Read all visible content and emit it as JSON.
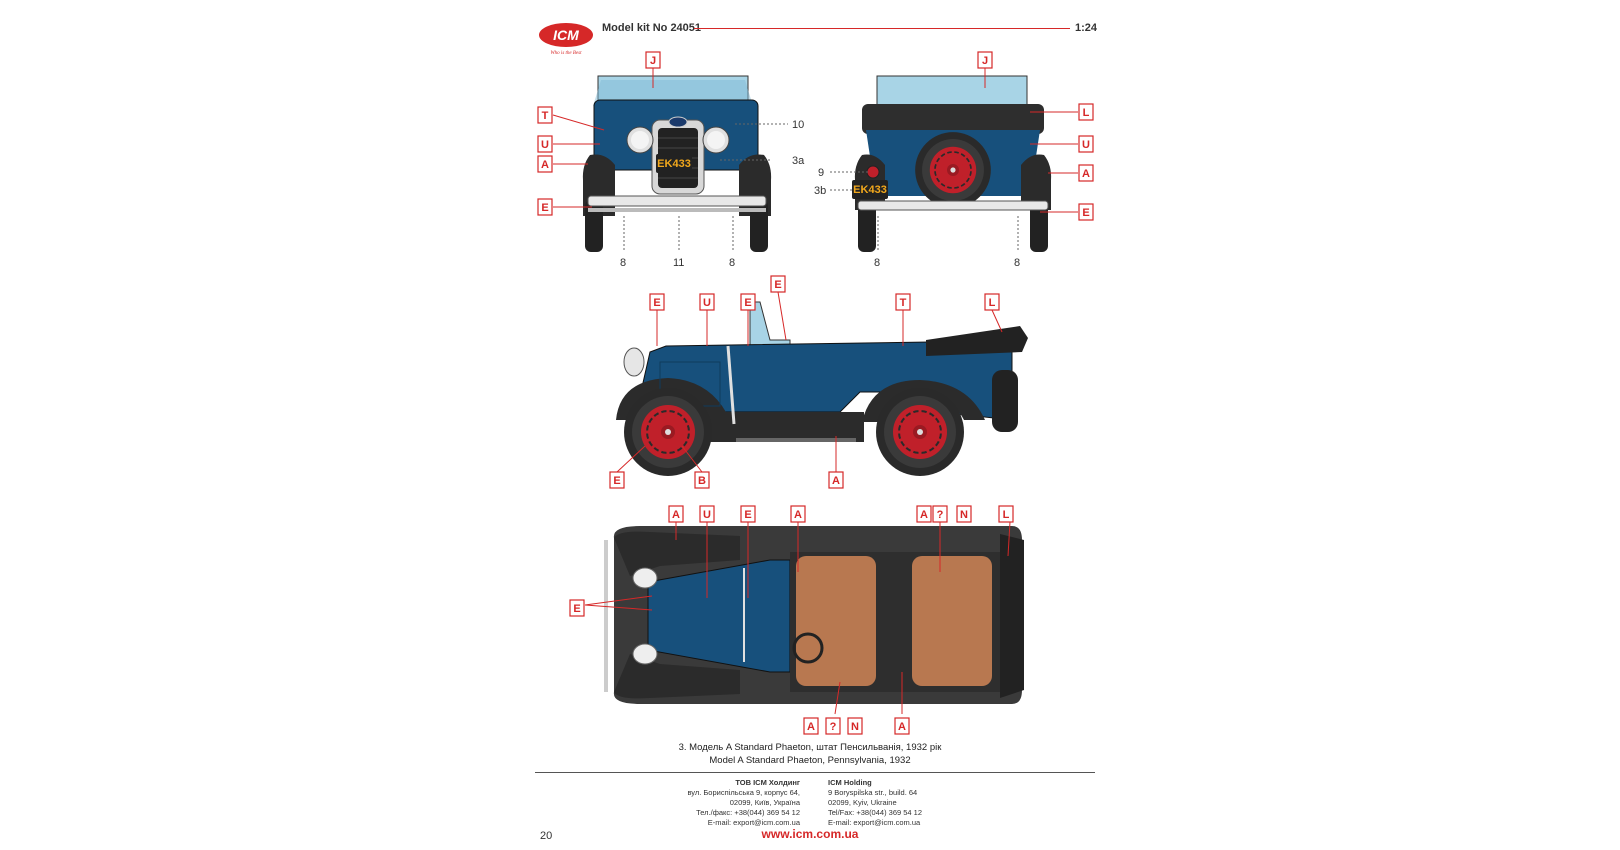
{
  "header": {
    "kit_label": "Model kit No 24051",
    "scale": "1:24",
    "logo_text": "ICM",
    "logo_slogan": "Who is the Best"
  },
  "colors": {
    "accent": "#d62828",
    "body_blue": "#17507c",
    "fender_black": "#2b2b2b",
    "wheel_red": "#c0202a",
    "seat_brown": "#b87850"
  },
  "callouts": {
    "J": "J",
    "T": "T",
    "U": "U",
    "A": "A",
    "E": "E",
    "L": "L",
    "B": "B",
    "N": "N",
    "Q": "?"
  },
  "part_numbers": {
    "n10": "10",
    "n3a": "3a",
    "n9": "9",
    "n3b": "3b",
    "n8": "8",
    "n11": "11"
  },
  "plate": {
    "text": "EK433"
  },
  "caption": {
    "ua": "3. Модель A Standard Phaeton, штат Пенсильванія, 1932 рік",
    "en": "Model A Standard Phaeton, Pennsylvania, 1932"
  },
  "footer": {
    "ua": {
      "company": "ТОВ ICM Холдинг",
      "lines": [
        "вул. Бориспільська 9, корпус 64,",
        "02099, Київ, Україна",
        "Тел./факс: +38(044) 369 54 12",
        "E-mail: export@icm.com.ua"
      ]
    },
    "en": {
      "company": "ICM Holding",
      "lines": [
        "9 Boryspilska str., build. 64",
        "02099, Kyiv, Ukraine",
        "Tel/Fax: +38(044) 369 54 12",
        "E-mail: export@icm.com.ua"
      ]
    },
    "page_number": "20",
    "website": "www.icm.com.ua"
  }
}
